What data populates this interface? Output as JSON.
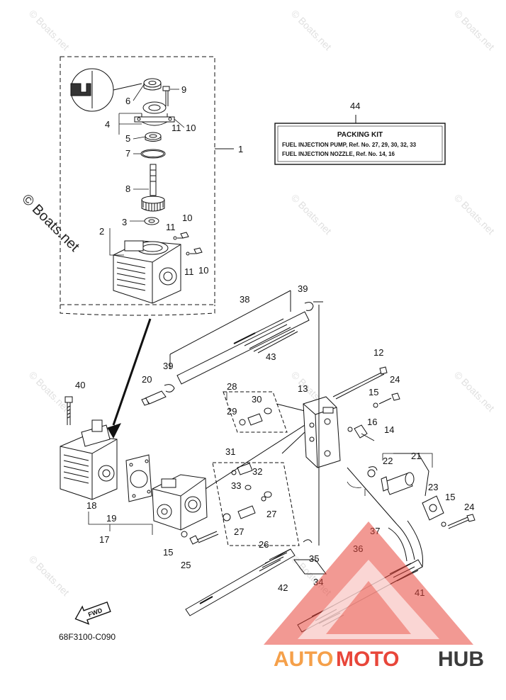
{
  "diagram": {
    "drawing_code": "68F3100-C090",
    "fwd_label": "FWD",
    "callouts": {
      "c1": "1",
      "c2": "2",
      "c3": "3",
      "c4": "4",
      "c5": "5",
      "c6": "6",
      "c7": "7",
      "c8": "8",
      "c9": "9",
      "c10a": "10",
      "c10b": "10",
      "c10c": "10",
      "c11a": "11",
      "c11b": "11",
      "c11c": "11",
      "c12": "12",
      "c13": "13",
      "c14": "14",
      "c15a": "15",
      "c15b": "15",
      "c15c": "15",
      "c16": "16",
      "c17": "17",
      "c18": "18",
      "c19": "19",
      "c20": "20",
      "c21": "21",
      "c22": "22",
      "c23": "23",
      "c24a": "24",
      "c24b": "24",
      "c25": "25",
      "c26": "26",
      "c27a": "27",
      "c27b": "27",
      "c28": "28",
      "c29": "29",
      "c30": "30",
      "c31": "31",
      "c32": "32",
      "c33": "33",
      "c34": "34",
      "c35": "35",
      "c36": "36",
      "c37": "37",
      "c38": "38",
      "c39a": "39",
      "c39b": "39",
      "c40": "40",
      "c41": "41",
      "c42": "42",
      "c43": "43",
      "c44": "44"
    }
  },
  "packing_kit": {
    "title": "PACKING KIT",
    "line1": "FUEL  INJECTION PUMP,   Ref. No. 27, 29, 30, 32, 33",
    "line2": "FUEL  INJECTION NOZZLE,   Ref. No. 14, 16"
  },
  "watermarks": {
    "small": "© Boats.net",
    "large": "© Boats.net"
  },
  "brand": {
    "auto": "AUTO",
    "moto": "MOTO",
    "hub": "HUB",
    "color_orange": "#f5a04a",
    "color_red": "#e8463a",
    "color_dark": "#3b3b3b"
  }
}
